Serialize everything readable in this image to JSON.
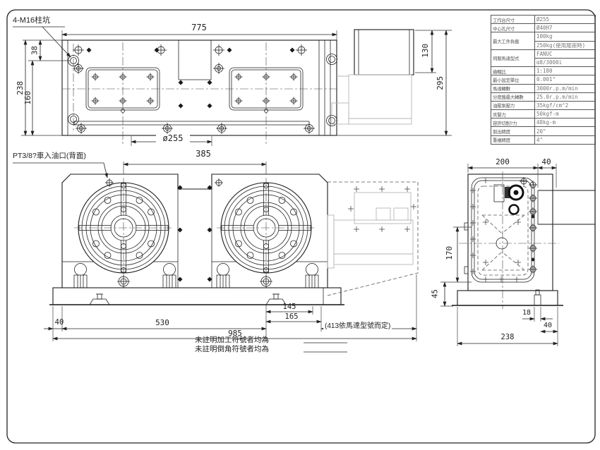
{
  "drawing": {
    "labels": {
      "m16_note": "4-M16柱坑",
      "oil_port_note": "PT3/8?車入油口(背面)",
      "note_line1": "未註明加工符號者均為",
      "note_line2": "未註明倒角符號者均為"
    },
    "dims": {
      "top_width": "775",
      "d38": "38",
      "d160": "160",
      "d238_top": "238",
      "table_dia": "ø255",
      "motor_h": "130",
      "total_h": "295",
      "center_dist": "385",
      "d145": "145",
      "d165": "165",
      "motor_len_note": "(413依馬達型號而定)",
      "d40_base": "40",
      "d530": "530",
      "d985": "985",
      "side_200": "200",
      "side_40_top": "40",
      "side_170": "170",
      "side_45": "45",
      "side_18": "18",
      "side_40_bot": "40",
      "side_238": "238"
    }
  },
  "spec_table": {
    "rows": [
      {
        "label": "工作台尺寸",
        "value": "Ø255"
      },
      {
        "label": "中心孔尺寸",
        "value": "Ø40H7"
      },
      {
        "label": "最大工件負載",
        "value": "100kg"
      },
      {
        "label": "",
        "value": "250kg(使用尾座時)"
      },
      {
        "label": "伺服馬達型式",
        "value": "FANUC"
      },
      {
        "label": "",
        "value": "α8/3000i"
      },
      {
        "label": "齒輪比",
        "value": "1:180"
      },
      {
        "label": "最小設定單位",
        "value": "0.001°"
      },
      {
        "label": "馬達轉數",
        "value": "3000r.p.m/min"
      },
      {
        "label": "分度盤最大轉數",
        "value": "25.0r.p.m/min"
      },
      {
        "label": "油壓泵壓力",
        "value": "35kgf/cm^2"
      },
      {
        "label": "夾緊力",
        "value": "50kgf-m"
      },
      {
        "label": "容許切削?力",
        "value": "48kg-m"
      },
      {
        "label": "割出精度",
        "value": "20\""
      },
      {
        "label": "重複精度",
        "value": "4\""
      }
    ]
  }
}
